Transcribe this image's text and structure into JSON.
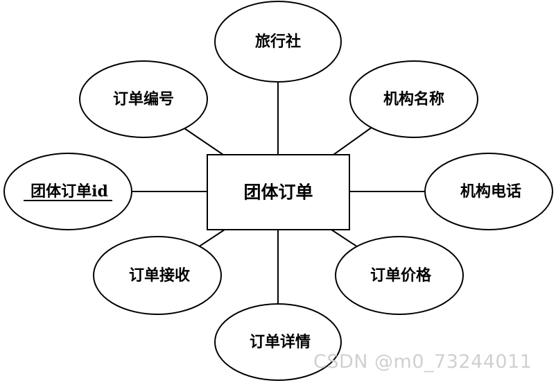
{
  "entity": {
    "label": "团体订单"
  },
  "attributes": {
    "travel_agency": "旅行社",
    "order_number": "订单编号",
    "org_name": "机构名称",
    "group_order_id": "团体订单id",
    "org_phone": "机构电话",
    "order_receive": "订单接收",
    "order_price": "订单价格",
    "order_detail": "订单详情"
  },
  "watermark": "CSDN @m0_73244011",
  "colors": {
    "stroke": "#000000",
    "fill": "#ffffff",
    "watermark": "#d0d0d0"
  }
}
